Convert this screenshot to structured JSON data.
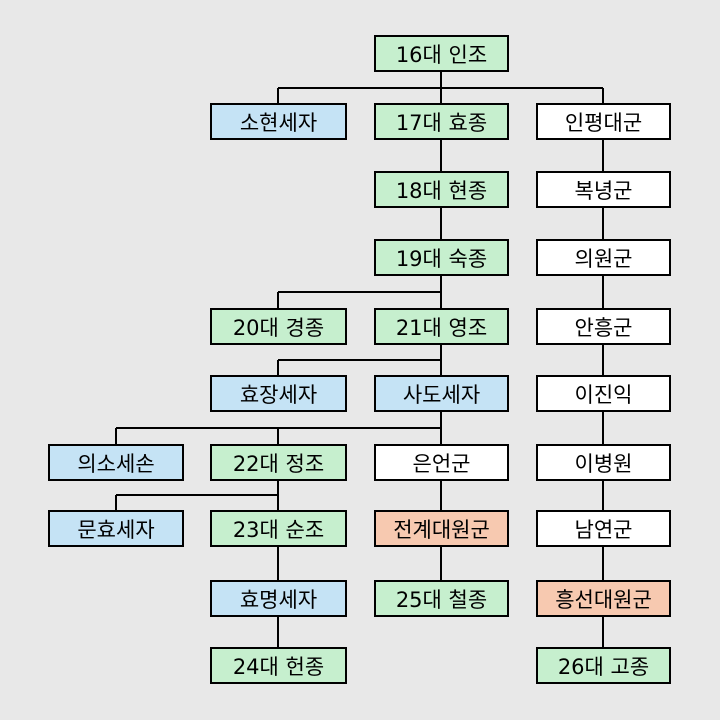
{
  "nodes": {
    "injo": "16대 인조",
    "sohyeon": "소현세자",
    "hyojong": "17대 효종",
    "inpyeong": "인평대군",
    "hyeonjong18": "18대 현종",
    "boknyeong": "복녕군",
    "sukjong": "19대 숙종",
    "uiwon": "의원군",
    "gyeongjong": "20대 경종",
    "yeongjo": "21대 영조",
    "anheung": "안흥군",
    "hyojang": "효장세자",
    "sado": "사도세자",
    "ijinik": "이진익",
    "uiso": "의소세손",
    "jeongjo": "22대 정조",
    "euneon": "은언군",
    "ibyeongwon": "이병원",
    "munhyo": "문효세자",
    "sunjo": "23대 순조",
    "jeongye": "전계대원군",
    "namyeon": "남연군",
    "hyomyeong": "효명세자",
    "cheoljong": "25대 철종",
    "heungseon": "흥선대원군",
    "heonjong24": "24대 헌종",
    "gojong": "26대 고종"
  },
  "colors": {
    "king": "#c6efce",
    "prince": "#c5e3f5",
    "plain": "#ffffff",
    "regent": "#f7c9b0",
    "background": "#e8e8e8"
  }
}
